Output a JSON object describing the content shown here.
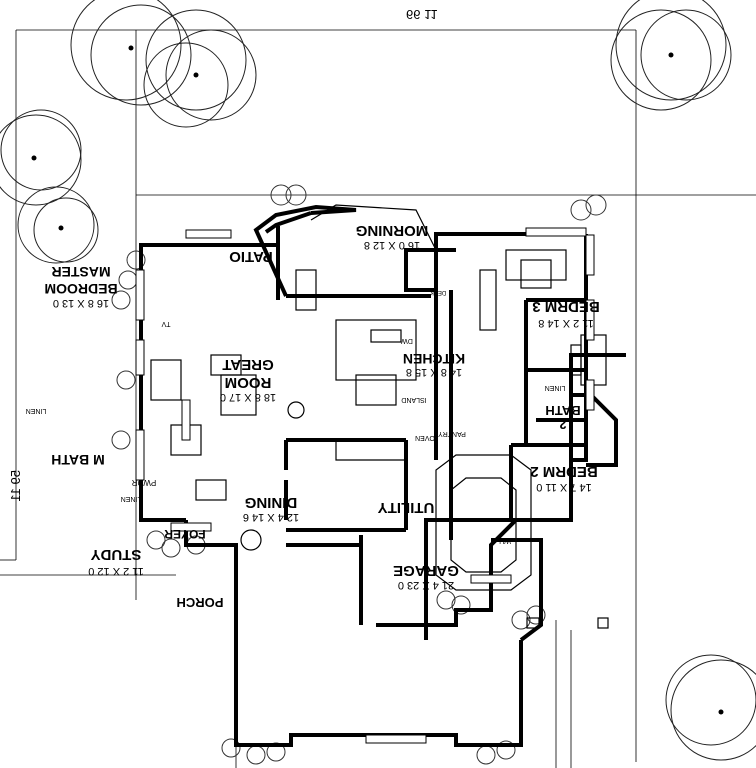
{
  "dimensions": {
    "width_label": "66 11",
    "depth_label": "59 11"
  },
  "rooms": {
    "morning": {
      "name": "MORNING",
      "size": "16 0 X 12 8"
    },
    "patio": {
      "name": "PATIO"
    },
    "master": {
      "name_line1": "MASTER",
      "name_line2": "BEDROOM",
      "size": "16 8 X 13 0"
    },
    "bedrm3": {
      "name": "BEDRM 3",
      "size": "11 2 X 14 8"
    },
    "kitchen": {
      "name": "KITCHEN",
      "size": "14 8 X 15 8"
    },
    "great": {
      "name_line1": "GREAT",
      "name_line2": "ROOM",
      "size": "18 8 X 17 0"
    },
    "bath2": {
      "name_line1": "BATH",
      "name_line2": "2"
    },
    "bedrm2": {
      "name": "BEDRM 2",
      "size": "14 7 X 11 0"
    },
    "mbath": {
      "name": "M BATH"
    },
    "dining": {
      "name": "DINING",
      "size": "12 4 X 14 6"
    },
    "utility": {
      "name": "UTILITY"
    },
    "study": {
      "name": "STUDY",
      "size": "11 2 X 12 0"
    },
    "foyer": {
      "name": "FOYER"
    },
    "garage": {
      "name": "GARAGE",
      "size": "21 4 X 23 0"
    },
    "porch": {
      "name": "PORCH"
    }
  },
  "fixtures": {
    "desk": "DESK",
    "dw": "DW",
    "island": "ISLAND",
    "pantry": "PANTRY",
    "oven": "OVEN",
    "tv": "TV",
    "linen_bath2": "LINEN",
    "linen_mbath1": "LINEN",
    "linen_mbath2": "LINEN",
    "pwdr": "PWDR",
    "wh": "WH"
  }
}
